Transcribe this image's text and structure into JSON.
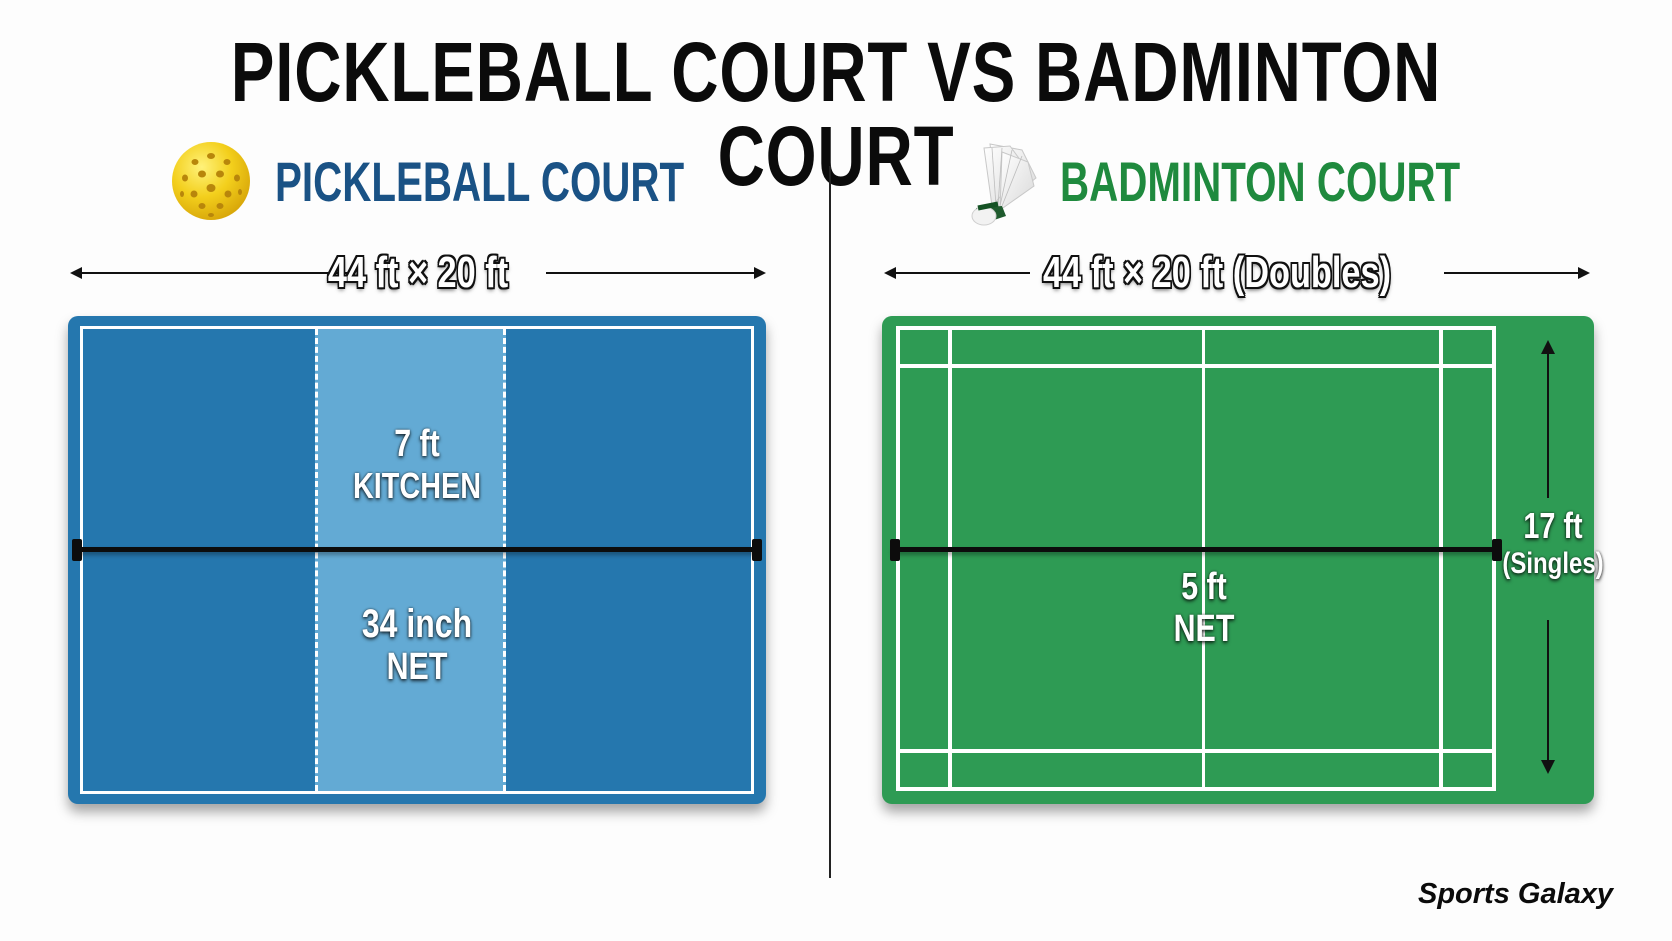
{
  "title": "PICKLEBALL COURT VS BADMINTON COURT",
  "pickleball": {
    "icon": "pickleball-ball-icon",
    "header": "PICKLEBALL COURT",
    "header_color": "#1a5285",
    "dimensions": "44 ft × 20 ft",
    "court_color": "#2577ae",
    "kitchen_color": "#63aad4",
    "kitchen_label": {
      "value": "7 ft",
      "name": "KITCHEN"
    },
    "net_label": {
      "value": "34 inch",
      "name": "NET"
    }
  },
  "badminton": {
    "icon": "shuttlecock-icon",
    "header": "BADMINTON COURT",
    "header_color": "#1f8a3e",
    "dimensions": "44 ft × 20 ft (Doubles)",
    "court_color": "#2e9b54",
    "net_label": {
      "value": "5 ft",
      "name": "NET"
    },
    "width_label": {
      "value": "17 ft",
      "name": "(Singles)"
    }
  },
  "brand": "Sports Galaxy"
}
